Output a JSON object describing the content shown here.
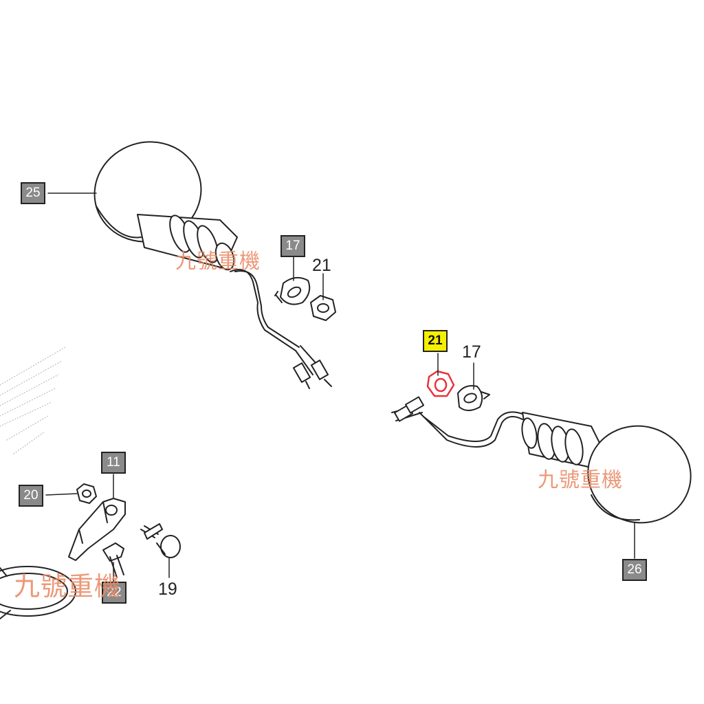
{
  "callouts": {
    "c25": "25",
    "c17a": "17",
    "c21a": "21",
    "c21b": "21",
    "c17b": "17",
    "c11": "11",
    "c20": "20",
    "c22": "22",
    "c19": "19",
    "c26": "26"
  },
  "watermark": {
    "text": "九號重機"
  },
  "colors": {
    "highlight": "#f5ef00",
    "part_highlight": "#e8323c",
    "box_fill": "#8a8a8a",
    "watermark": "#ea8a66"
  }
}
